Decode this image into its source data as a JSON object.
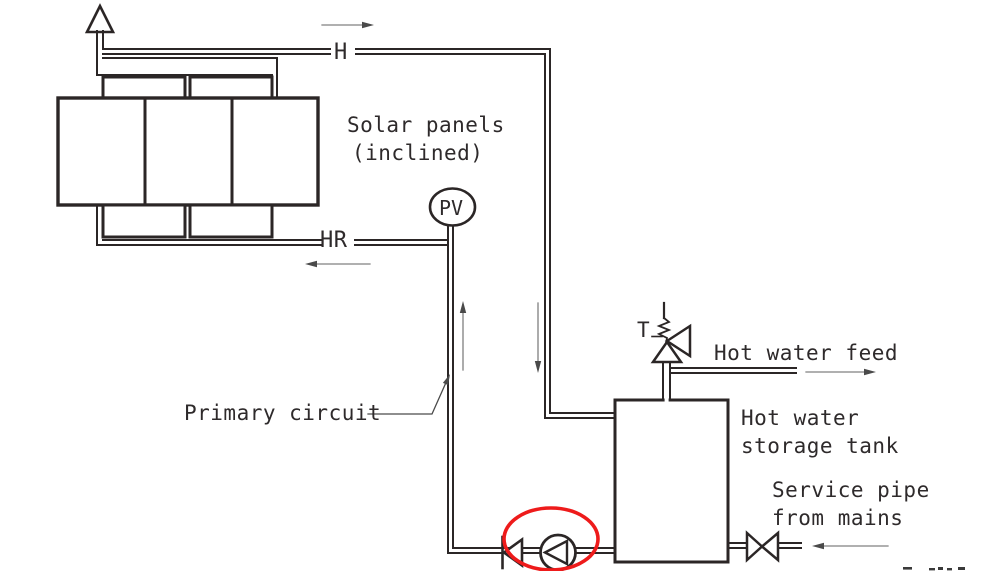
{
  "drawing": {
    "labels": {
      "solar_panels": {
        "line1": "Solar panels",
        "line2": "(inclined)"
      },
      "pipe_h": "H",
      "pipe_hr": "HR",
      "pv_gauge": "PV",
      "primary_circuit": "Primary circuit",
      "temp_valve": "T",
      "hot_water_feed": "Hot water feed",
      "storage_tank": {
        "line1": "Hot water",
        "line2": "storage tank"
      },
      "service_pipe": {
        "line1": "Service pipe",
        "line2": "from mains"
      }
    },
    "colors": {
      "line": "#2b2626",
      "text": "#2e2a2b",
      "flow_arrow_gray": "#808080",
      "highlight_red": "#ee1b1b"
    },
    "icons": {
      "open_vent": "open-vent-arrow-icon",
      "pv_gauge": "pv-circle-icon",
      "pump": "pump-icon",
      "check_valve": "check-valve-icon",
      "relief_valve": "relief-valve-icon",
      "mains_valve": "gate-valve-icon",
      "highlight": "red-ellipse-annotation"
    },
    "flow_arrows": [
      {
        "name": "h-flow",
        "direction": "right"
      },
      {
        "name": "hr-flow",
        "direction": "left"
      },
      {
        "name": "riser-flow",
        "direction": "up"
      },
      {
        "name": "downcomer-flow",
        "direction": "down"
      },
      {
        "name": "hot-water-feed-flow",
        "direction": "right"
      },
      {
        "name": "mains-service-flow",
        "direction": "left"
      }
    ]
  }
}
